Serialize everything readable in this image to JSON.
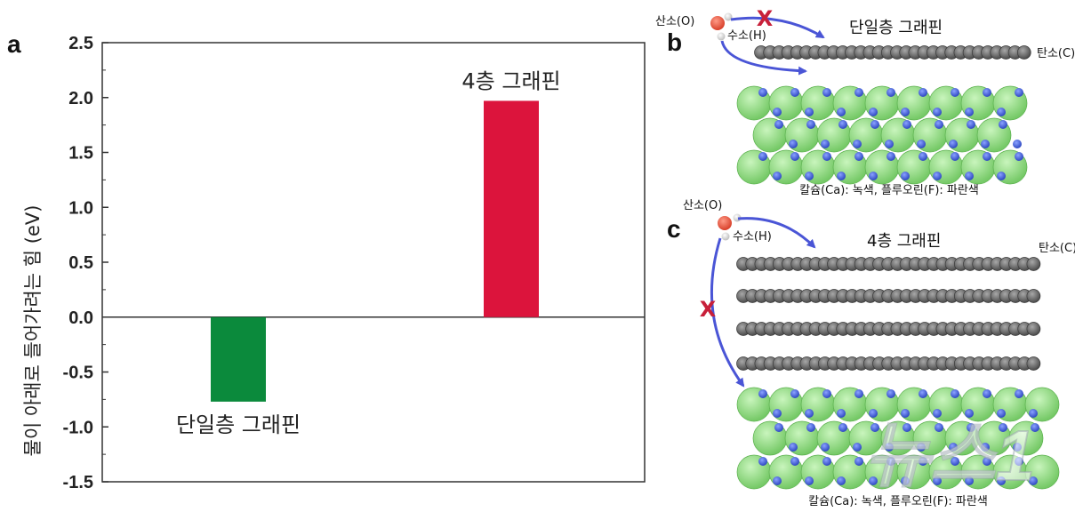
{
  "panels": {
    "a": "a",
    "b": "b",
    "c": "c"
  },
  "chart_data": {
    "type": "bar",
    "categories": [
      "단일층 그래핀",
      "4층 그래핀"
    ],
    "values": [
      -0.77,
      1.97
    ],
    "bar_colors": [
      "#0b8a3c",
      "#dc143c"
    ],
    "ylabel": "물이 아래로 들어가려는 힘 (eV)",
    "xlabel": "",
    "ylim": [
      -1.5,
      2.5
    ],
    "yticks": [
      "2.5",
      "2.0",
      "1.5",
      "1.0",
      "0.5",
      "0.0",
      "-0.5",
      "-1.0",
      "-1.5"
    ],
    "ytick_values": [
      2.5,
      2.0,
      1.5,
      1.0,
      0.5,
      0.0,
      -0.5,
      -1.0,
      -1.5
    ],
    "grid": false
  },
  "diagram_b": {
    "oxygen": "산소(O)",
    "hydrogen": "수소(H)",
    "blocked": "X",
    "graphene": "단일층 그래핀",
    "carbon": "탄소(C)",
    "substrate": "칼슘(Ca): 녹색, 플루오린(F): 파란색"
  },
  "diagram_c": {
    "oxygen": "산소(O)",
    "hydrogen": "수소(H)",
    "blocked": "X",
    "graphene": "4층 그래핀",
    "carbon": "탄소(C)",
    "substrate": "칼슘(Ca): 녹색, 플루오린(F): 파란색"
  },
  "watermark": "뉴스1",
  "colors": {
    "arrow": "#4a55d6",
    "cross": "#c8203a",
    "carbon": "#6b6b6b",
    "calcium": "#8fdc7f",
    "fluorine": "#3f5fd6",
    "oxygen": "#e8503a"
  }
}
